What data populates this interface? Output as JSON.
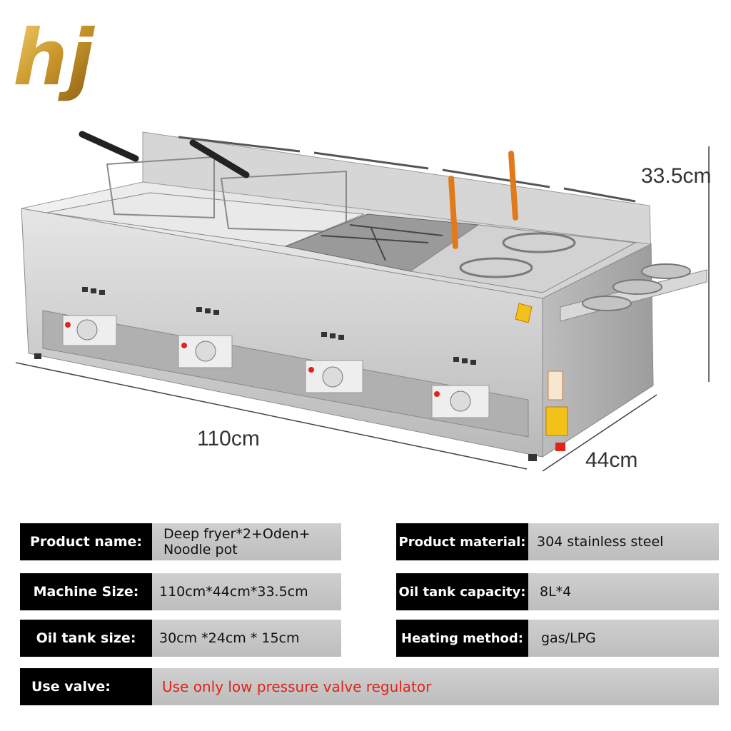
{
  "brand": {
    "logo_text": "hj"
  },
  "dimensions": {
    "height": "33.5cm",
    "length": "110cm",
    "depth": "44cm"
  },
  "specs": [
    {
      "label": "Product name:",
      "value_lines": [
        "Deep fryer*2+Oden+",
        "Noodle pot"
      ]
    },
    {
      "label": "Product material:",
      "value": "304 stainless steel"
    },
    {
      "label": "Machine Size:",
      "value": "110cm*44cm*33.5cm"
    },
    {
      "label": "Oil tank capacity:",
      "value": "8L*4"
    },
    {
      "label": "Oil tank size:",
      "value": "30cm *24cm * 15cm"
    },
    {
      "label": "Heating method:",
      "value": "gas/LPG"
    },
    {
      "label": "Use valve:",
      "value": "Use only low pressure valve regulator"
    }
  ],
  "colors": {
    "accent_gold": "#c9952a",
    "warning_red": "#e2231a",
    "steel": "#c8c8c8"
  }
}
